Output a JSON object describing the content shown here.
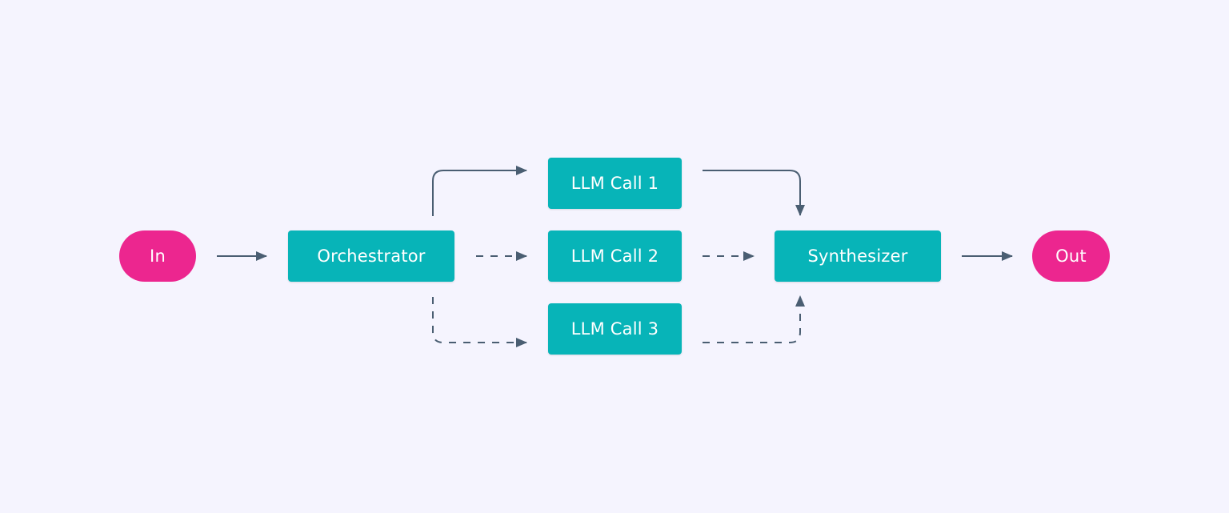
{
  "nodes": {
    "input": "In",
    "orchestrator": "Orchestrator",
    "llm_call_1": "LLM Call 1",
    "llm_call_2": "LLM Call 2",
    "llm_call_3": "LLM Call 3",
    "synthesizer": "Synthesizer",
    "output": "Out"
  },
  "edges": [
    {
      "from": "input",
      "to": "orchestrator",
      "style": "solid"
    },
    {
      "from": "orchestrator",
      "to": "llm_call_1",
      "style": "solid"
    },
    {
      "from": "orchestrator",
      "to": "llm_call_2",
      "style": "dashed"
    },
    {
      "from": "orchestrator",
      "to": "llm_call_3",
      "style": "dashed"
    },
    {
      "from": "llm_call_1",
      "to": "synthesizer",
      "style": "solid"
    },
    {
      "from": "llm_call_2",
      "to": "synthesizer",
      "style": "dashed"
    },
    {
      "from": "llm_call_3",
      "to": "synthesizer",
      "style": "dashed"
    },
    {
      "from": "synthesizer",
      "to": "output",
      "style": "solid"
    }
  ],
  "colors": {
    "background": "#f5f4fe",
    "terminal": "#ec268f",
    "process": "#07b4b8",
    "edge": "#4a5e72",
    "text": "#ffffff"
  }
}
